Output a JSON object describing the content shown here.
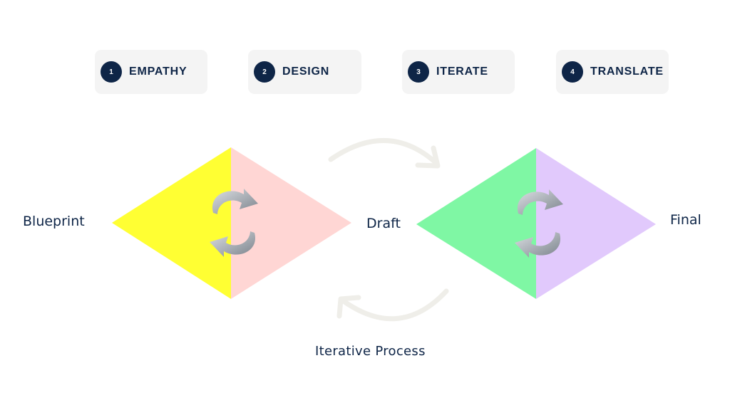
{
  "steps": [
    {
      "number": "1",
      "label": "EMPATHY"
    },
    {
      "number": "2",
      "label": "DESIGN"
    },
    {
      "number": "3",
      "label": "ITERATE"
    },
    {
      "number": "4",
      "label": "TRANSLATE"
    }
  ],
  "labels": {
    "blueprint": "Blueprint",
    "draft": "Draft",
    "final": "Final",
    "process": "Iterative Process"
  },
  "colors": {
    "badge": "#0e2547",
    "text": "#0e2547",
    "card": "#f4f4f4",
    "diamond_left_left": "#ffff33",
    "diamond_left_right": "#ffd6d4",
    "diamond_right_left": "#7ff7a4",
    "diamond_right_right": "#e1c9fc",
    "flow_arrow": "#efeee9",
    "cycle_arrow": "#8a9199"
  },
  "icons": {
    "flow_top": "curved-arrow-right-icon",
    "flow_bottom": "curved-arrow-left-icon",
    "cycle": "refresh-cycle-icon"
  }
}
